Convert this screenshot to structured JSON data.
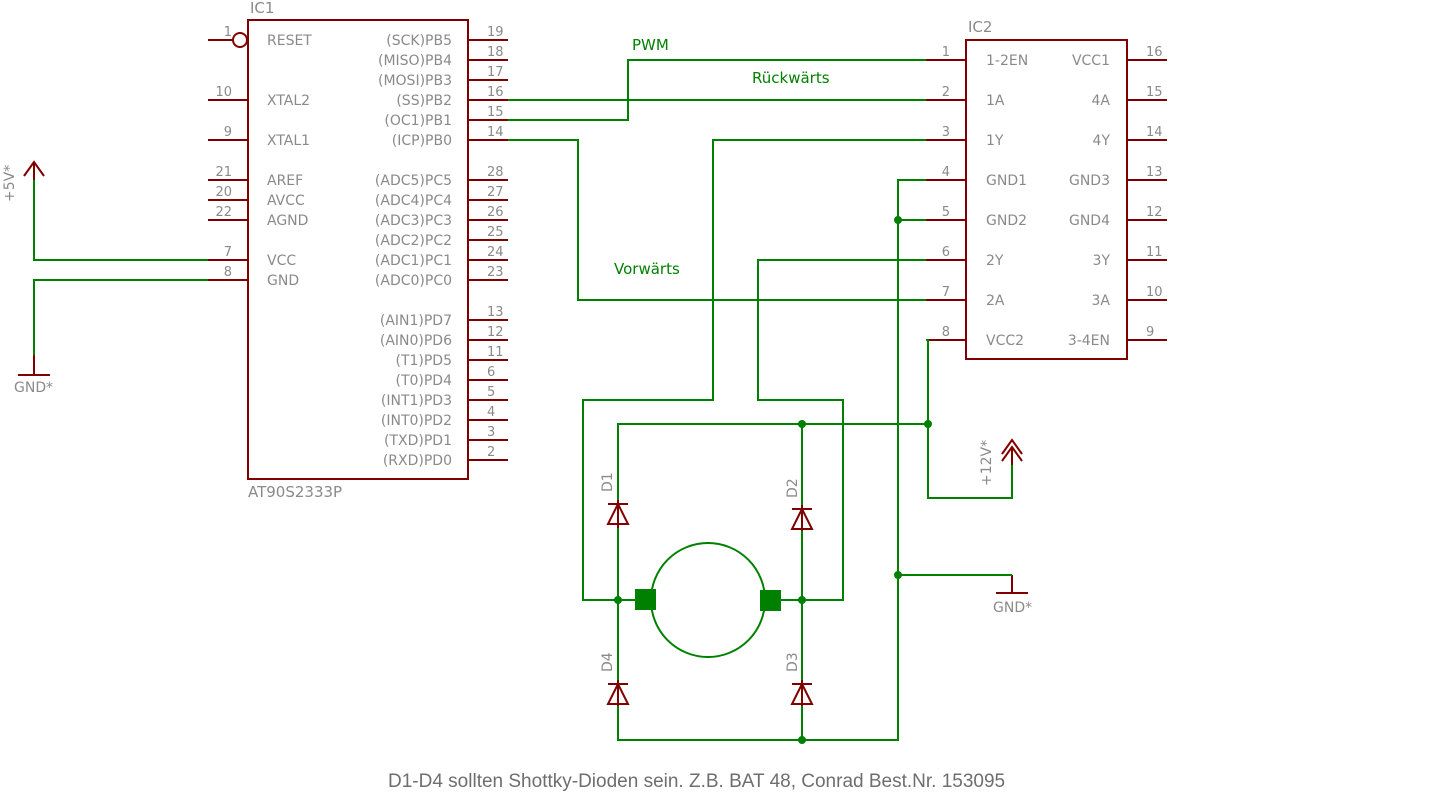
{
  "colors": {
    "symbol": "#800000",
    "wire": "#008000",
    "text": "#8a8a8a"
  },
  "ic1": {
    "name": "IC1",
    "value": "AT90S2333P",
    "left_pins": [
      {
        "num": "1",
        "label": "RESET",
        "inverted": true
      },
      {
        "num": "10",
        "label": "XTAL2"
      },
      {
        "num": "9",
        "label": "XTAL1"
      },
      {
        "num": "21",
        "label": "AREF"
      },
      {
        "num": "20",
        "label": "AVCC"
      },
      {
        "num": "22",
        "label": "AGND"
      },
      {
        "num": "7",
        "label": "VCC"
      },
      {
        "num": "8",
        "label": "GND"
      }
    ],
    "right_pins": [
      {
        "num": "19",
        "label": "(SCK)PB5"
      },
      {
        "num": "18",
        "label": "(MISO)PB4"
      },
      {
        "num": "17",
        "label": "(MOSI)PB3"
      },
      {
        "num": "16",
        "label": "(SS)PB2"
      },
      {
        "num": "15",
        "label": "(OC1)PB1"
      },
      {
        "num": "14",
        "label": "(ICP)PB0"
      },
      {
        "num": "28",
        "label": "(ADC5)PC5"
      },
      {
        "num": "27",
        "label": "(ADC4)PC4"
      },
      {
        "num": "26",
        "label": "(ADC3)PC3"
      },
      {
        "num": "25",
        "label": "(ADC2)PC2"
      },
      {
        "num": "24",
        "label": "(ADC1)PC1"
      },
      {
        "num": "23",
        "label": "(ADC0)PC0"
      },
      {
        "num": "13",
        "label": "(AIN1)PD7"
      },
      {
        "num": "12",
        "label": "(AIN0)PD6"
      },
      {
        "num": "11",
        "label": "(T1)PD5"
      },
      {
        "num": "6",
        "label": "(T0)PD4"
      },
      {
        "num": "5",
        "label": "(INT1)PD3"
      },
      {
        "num": "4",
        "label": "(INT0)PD2"
      },
      {
        "num": "3",
        "label": "(TXD)PD1"
      },
      {
        "num": "2",
        "label": "(RXD)PD0"
      }
    ]
  },
  "ic2": {
    "name": "IC2",
    "left_pins": [
      {
        "num": "1",
        "label": "1-2EN"
      },
      {
        "num": "2",
        "label": "1A"
      },
      {
        "num": "3",
        "label": "1Y"
      },
      {
        "num": "4",
        "label": "GND1"
      },
      {
        "num": "5",
        "label": "GND2"
      },
      {
        "num": "6",
        "label": "2Y"
      },
      {
        "num": "7",
        "label": "2A"
      },
      {
        "num": "8",
        "label": "VCC2"
      }
    ],
    "right_pins": [
      {
        "num": "16",
        "label": "VCC1"
      },
      {
        "num": "15",
        "label": "4A"
      },
      {
        "num": "14",
        "label": "4Y"
      },
      {
        "num": "13",
        "label": "GND3"
      },
      {
        "num": "12",
        "label": "GND4"
      },
      {
        "num": "11",
        "label": "3Y"
      },
      {
        "num": "10",
        "label": "3A"
      },
      {
        "num": "9",
        "label": "3-4EN"
      }
    ]
  },
  "nets": {
    "pwm": "PWM",
    "backward": "Rückwärts",
    "forward": "Vorwärts"
  },
  "supplies": {
    "v5": "+5V*",
    "v12": "+12V*",
    "gnd_left": "GND*",
    "gnd_right": "GND*"
  },
  "diodes": [
    "D1",
    "D2",
    "D3",
    "D4"
  ],
  "note": "D1-D4 sollten Shottky-Dioden sein. Z.B. BAT 48, Conrad Best.Nr. 153095"
}
